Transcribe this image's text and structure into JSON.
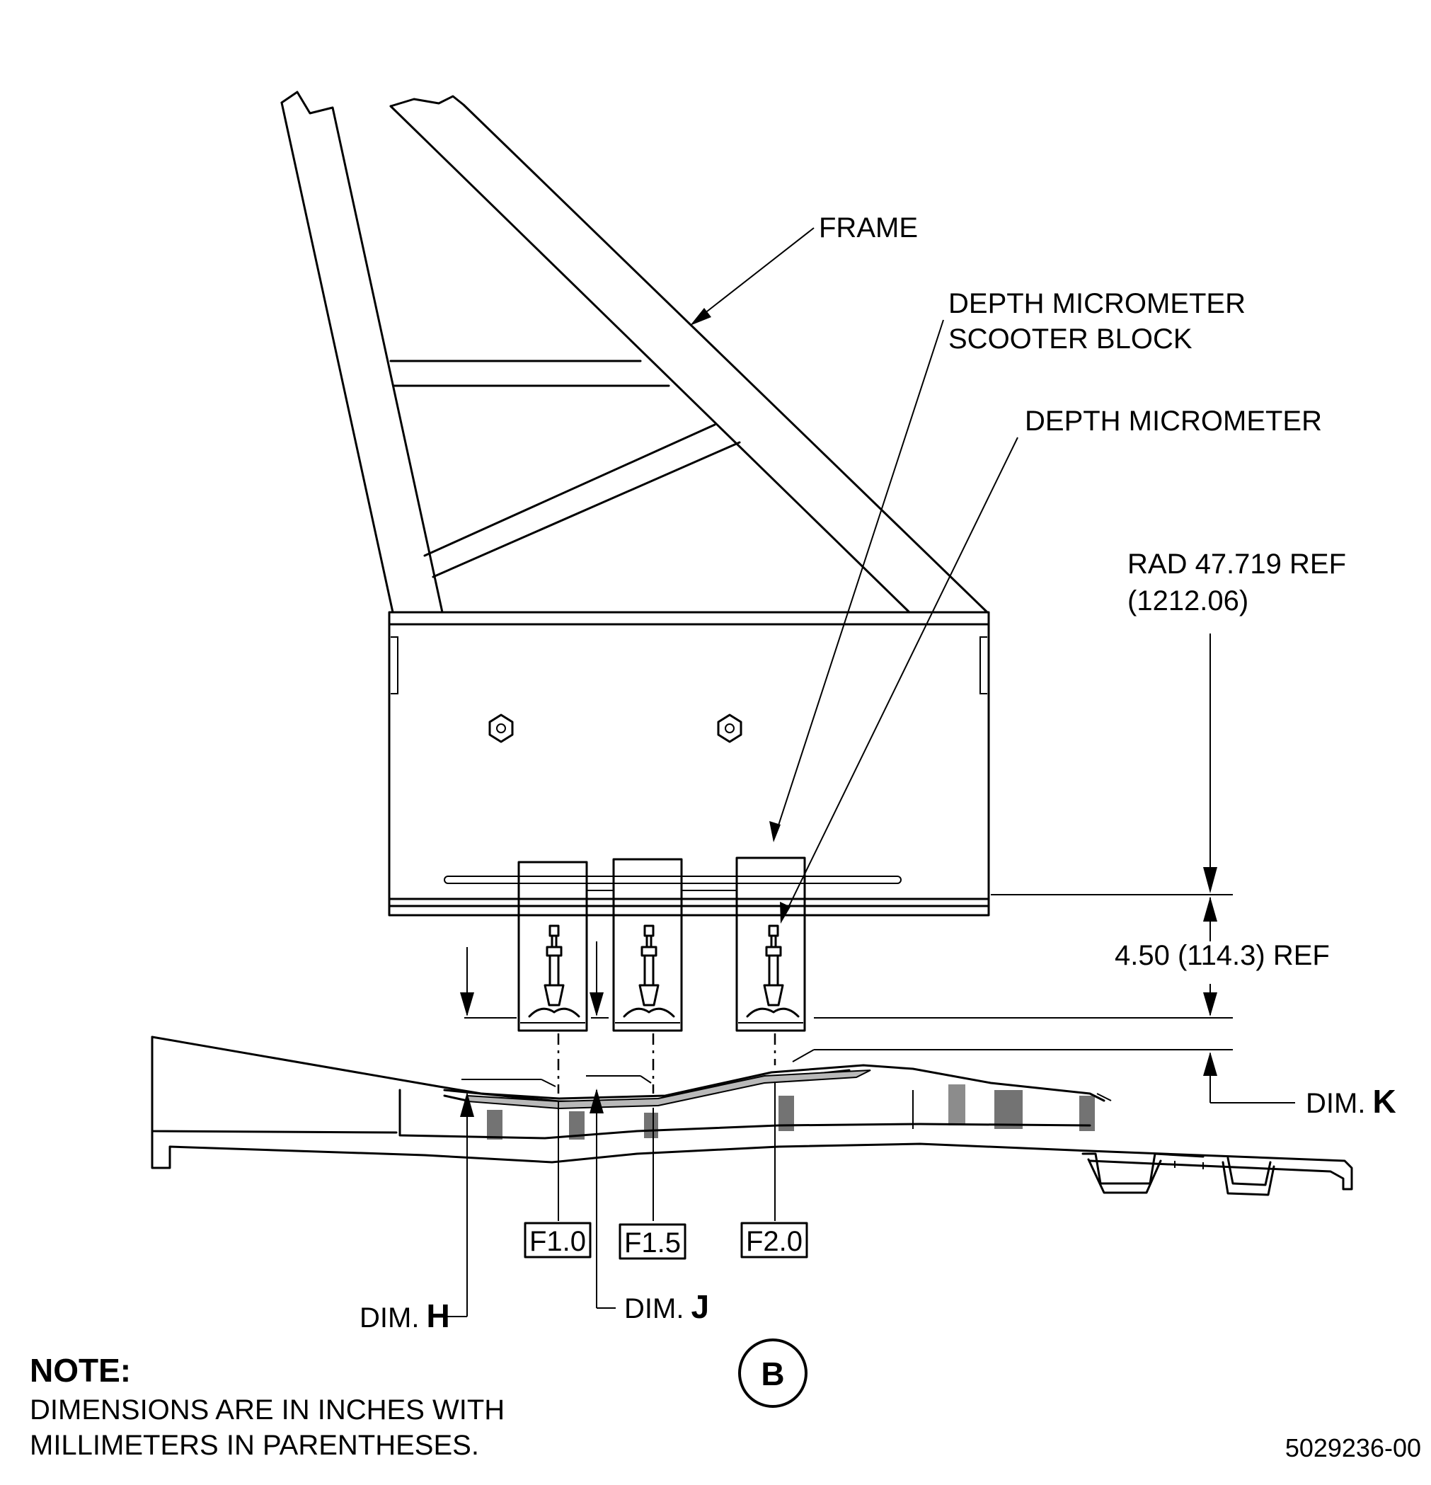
{
  "callouts": {
    "frame": "FRAME",
    "scooter_block_line1": "DEPTH MICROMETER",
    "scooter_block_line2": "SCOOTER BLOCK",
    "depth_micrometer": "DEPTH MICROMETER"
  },
  "dimensions": {
    "radius_line1": "RAD 47.719 REF",
    "radius_line2": "(1212.06)",
    "offset": "4.50 (114.3) REF",
    "dim_k_prefix": "DIM.",
    "dim_k_letter": "K",
    "dim_h_prefix": "DIM.",
    "dim_h_letter": "H",
    "dim_j_prefix": "DIM.",
    "dim_j_letter": "J"
  },
  "stations": [
    "F1.0",
    "F1.5",
    "F2.0"
  ],
  "view_label": "B",
  "note": {
    "title": "NOTE:",
    "line1": "DIMENSIONS ARE IN INCHES WITH",
    "line2": "MILLIMETERS IN PARENTHESES."
  },
  "figure_id": "5029236-00"
}
